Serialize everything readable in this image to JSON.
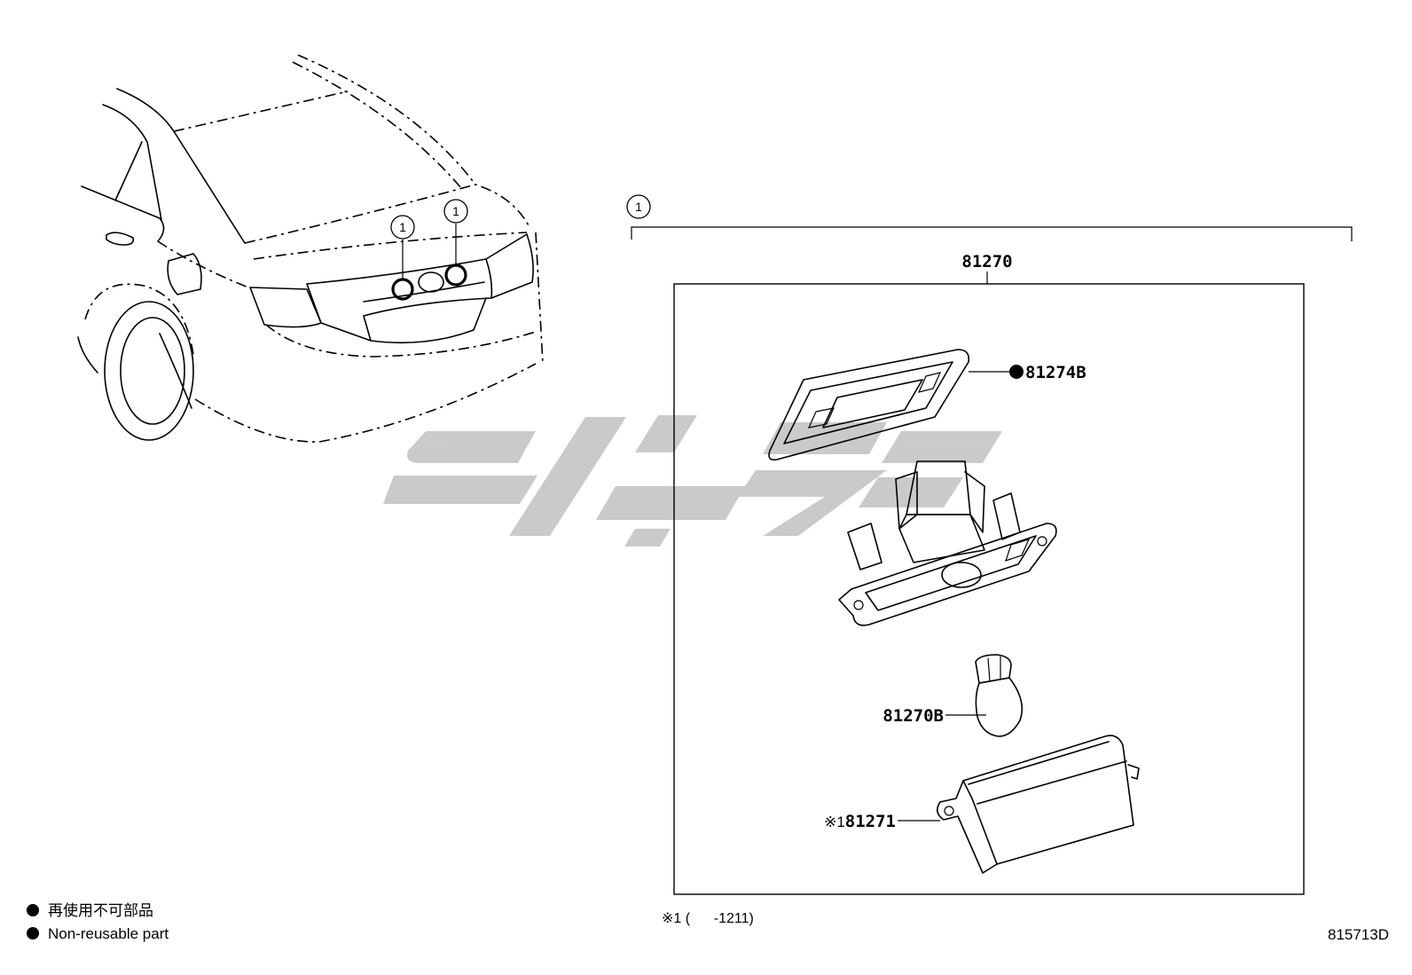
{
  "callout_symbol": "1",
  "parts": {
    "assembly": "81270",
    "gasket": "81274B",
    "bulb": "81270B",
    "lens_prefix": "※1",
    "lens": "81271"
  },
  "legend": [
    {
      "marker": "filled-circle",
      "text": "再使用不可部品"
    },
    {
      "marker": "filled-circle",
      "text": "Non-reusable part"
    }
  ],
  "note": "※1 (      -1211)",
  "figure_id": "815713D",
  "colors": {
    "line": "#000000",
    "watermark": "#c8c8c8",
    "background": "#ffffff"
  }
}
